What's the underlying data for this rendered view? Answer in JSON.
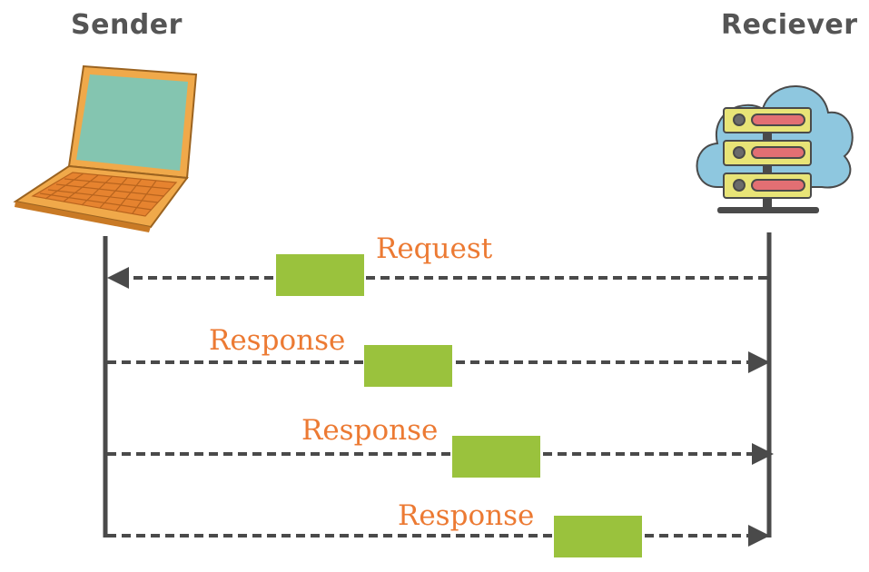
{
  "sender": {
    "label": "Sender",
    "icon": "laptop-icon"
  },
  "receiver": {
    "label": "Reciever",
    "icon": "cloud-server-icon"
  },
  "messages": [
    {
      "label": "Request",
      "direction": "receiver-to-sender"
    },
    {
      "label": "Response",
      "direction": "sender-to-receiver"
    },
    {
      "label": "Response",
      "direction": "sender-to-receiver"
    },
    {
      "label": "Response",
      "direction": "sender-to-receiver"
    }
  ],
  "colors": {
    "line": "#4a4a4a",
    "packet": "#9ac23d",
    "message_text": "#ec7a33",
    "actor_text": "#555555",
    "laptop_body": "#f0a94a",
    "laptop_screen": "#84c5b0",
    "cloud": "#8ec7df",
    "server_panel": "#e8e477",
    "server_slot": "#e26f73"
  }
}
